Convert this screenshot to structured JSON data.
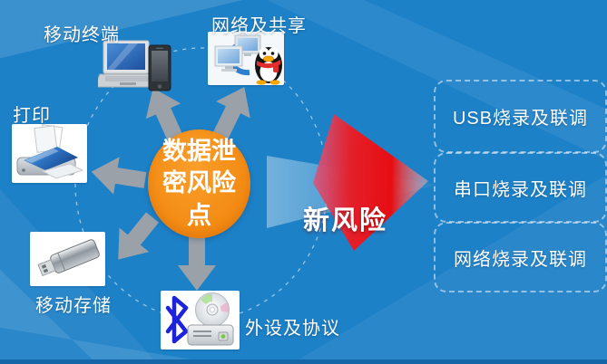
{
  "diagram": {
    "hub": {
      "label_full": "数据泄密风险点",
      "line1": "数据泄",
      "line2": "密风险",
      "line3": "点"
    },
    "nodes": [
      {
        "id": "mobile-terminal",
        "label": "移动终端",
        "icon": "laptop-and-smartphone-icon"
      },
      {
        "id": "network-and-sharing",
        "label": "网络及共享",
        "icon": "computers-sync-qq-penguin-icon"
      },
      {
        "id": "print",
        "label": "打印",
        "icon": "printer-icon"
      },
      {
        "id": "mobile-storage",
        "label": "移动存储",
        "icon": "usb-flash-drive-icon"
      },
      {
        "id": "peripherals-protocols",
        "label": "外设及协议",
        "icon": "bluetooth-cd-drive-icon"
      }
    ],
    "arrow_label": "新风险",
    "risks": [
      {
        "label": "USB烧录及联调"
      },
      {
        "label": "串口烧录及联调"
      },
      {
        "label": "网络烧录及联调"
      }
    ],
    "colors": {
      "background_blue": "#1D81C7",
      "bottom_strip_blue": "#1566A9",
      "hub_orange": "#F28A12",
      "arrow_red": "#E31E24",
      "spoke_gray": "#9AA1A8",
      "text_white": "#FFFFFF"
    }
  }
}
